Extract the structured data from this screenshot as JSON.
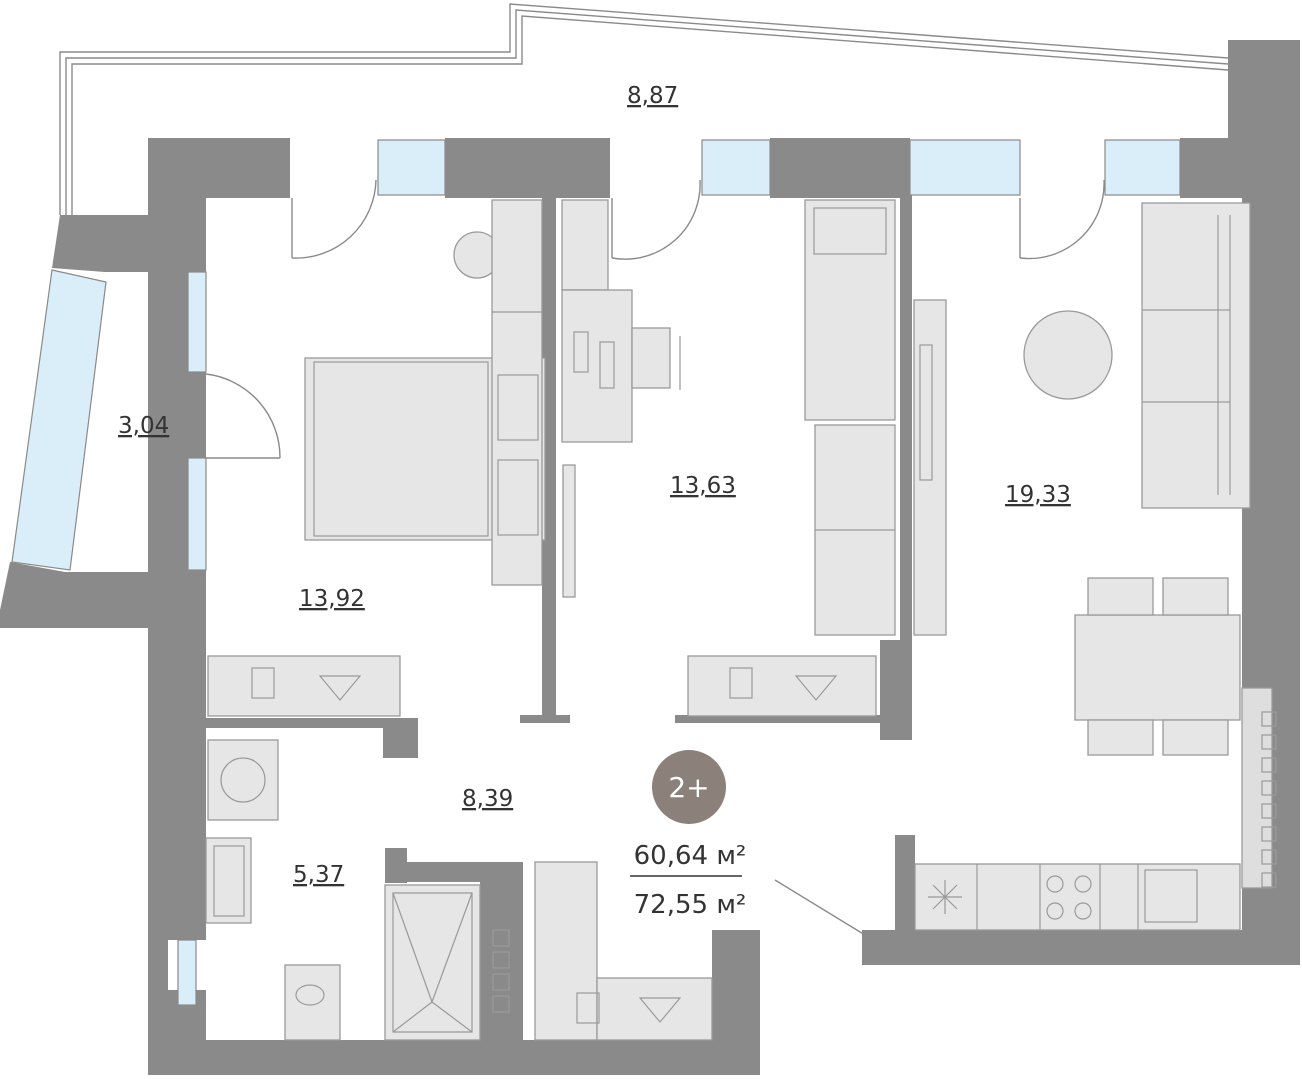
{
  "plan": {
    "rooms": [
      {
        "id": "balcony",
        "area": "8,87"
      },
      {
        "id": "loggia",
        "area": "3,04"
      },
      {
        "id": "bedroom",
        "area": "13,92"
      },
      {
        "id": "study",
        "area": "13,63"
      },
      {
        "id": "living-kitchen",
        "area": "19,33"
      },
      {
        "id": "hall",
        "area": "8,39"
      },
      {
        "id": "bathroom",
        "area": "5,37"
      }
    ],
    "badge": "2+",
    "living_area": "60,64 м²",
    "total_area": "72,55 м²",
    "colors": {
      "wall": "#8a8a8a",
      "glass": "#daeefa",
      "furniture": "#e6e6e6",
      "badge": "#8b817a"
    }
  }
}
